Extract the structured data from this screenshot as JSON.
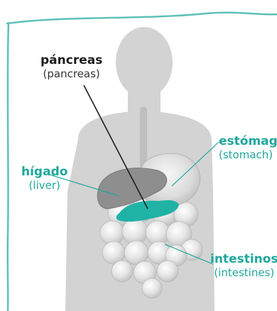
{
  "labels": {
    "pancreas": {
      "name": "páncreas",
      "translation": "(pancreas)"
    },
    "liver": {
      "name": "hígado",
      "translation": "(liver)"
    },
    "stomach": {
      "name": "estómago",
      "translation": "(stomach)"
    },
    "intestines": {
      "name": "intestinos",
      "translation": "(intestines)"
    }
  },
  "colors": {
    "frame": "#5fc0b9",
    "silhouette": "#d3d3d3",
    "organ_highlight": "#1fb3a6",
    "label_accent": "#1fa79d",
    "label_dark": "#1e1e1e"
  }
}
